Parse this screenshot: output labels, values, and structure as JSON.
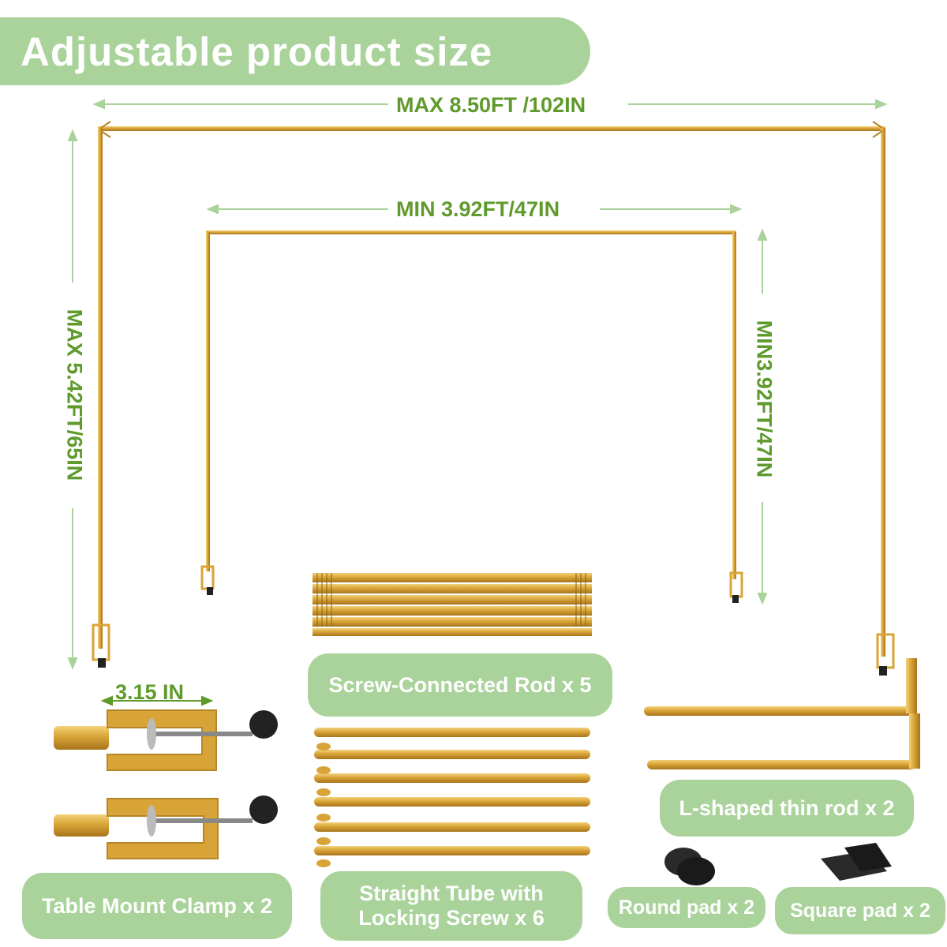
{
  "header": {
    "title": "Adjustable product size"
  },
  "dimensions": {
    "max_width": "MAX 8.50FT /102IN",
    "min_width": "MIN 3.92FT/47IN",
    "max_height": "MAX 5.42FT/65IN",
    "min_height": "MIN3.92FT/47IN",
    "clamp_width": "3.15 IN"
  },
  "parts": {
    "rod": "Screw-Connected Rod x 5",
    "clamp": "Table Mount Clamp x 2",
    "tube_line1": "Straight Tube with",
    "tube_line2": "Locking Screw x 6",
    "lrod": "L-shaped thin rod x 2",
    "round_pad": "Round pad x 2",
    "square_pad": "Square pad x 2"
  },
  "colors": {
    "accent": "#a9d39a",
    "dimension_text": "#5f9a2c",
    "gold": "#d9a437"
  }
}
